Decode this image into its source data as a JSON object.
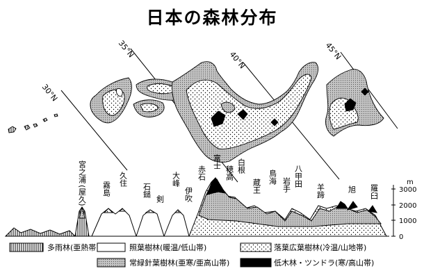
{
  "title": "日本の森林分布",
  "latitudes": [
    "30°N",
    "35°N",
    "40°N",
    "45°N"
  ],
  "peaks": [
    {
      "name": "宮之浦",
      "sub": "(屋久)"
    },
    {
      "name": "霧島"
    },
    {
      "name": "久住"
    },
    {
      "name": "石鎚"
    },
    {
      "name": "剣"
    },
    {
      "name": "大峰"
    },
    {
      "name": "伊吹"
    },
    {
      "name": "赤石"
    },
    {
      "name": "富士"
    },
    {
      "name": "穂高"
    },
    {
      "name": "白根"
    },
    {
      "name": "蔵王"
    },
    {
      "name": "鳥海"
    },
    {
      "name": "岩手"
    },
    {
      "name": "八甲田"
    },
    {
      "name": "羊蹄"
    },
    {
      "name": "旭"
    },
    {
      "name": "羅臼"
    }
  ],
  "elevation_axis": {
    "unit": "m",
    "ticks": [
      "3000",
      "2000",
      "1000",
      "0"
    ]
  },
  "legend": [
    {
      "label": "多雨林(亜熱帯)",
      "pattern": "vertical-hatch"
    },
    {
      "label": "照葉樹林(暖温/低山帯)",
      "pattern": "blank"
    },
    {
      "label": "落葉広葉樹林(冷温/山地帯)",
      "pattern": "dots"
    },
    {
      "label": "常緑針葉樹林(亜寒/亜高山帯)",
      "pattern": "gray-stipple"
    },
    {
      "label": "低木林・ツンドラ(寒/高山帯)",
      "pattern": "solid-black"
    }
  ],
  "colors": {
    "ink": "#000000",
    "stipple": "#c4c4c4",
    "paper": "#ffffff"
  }
}
